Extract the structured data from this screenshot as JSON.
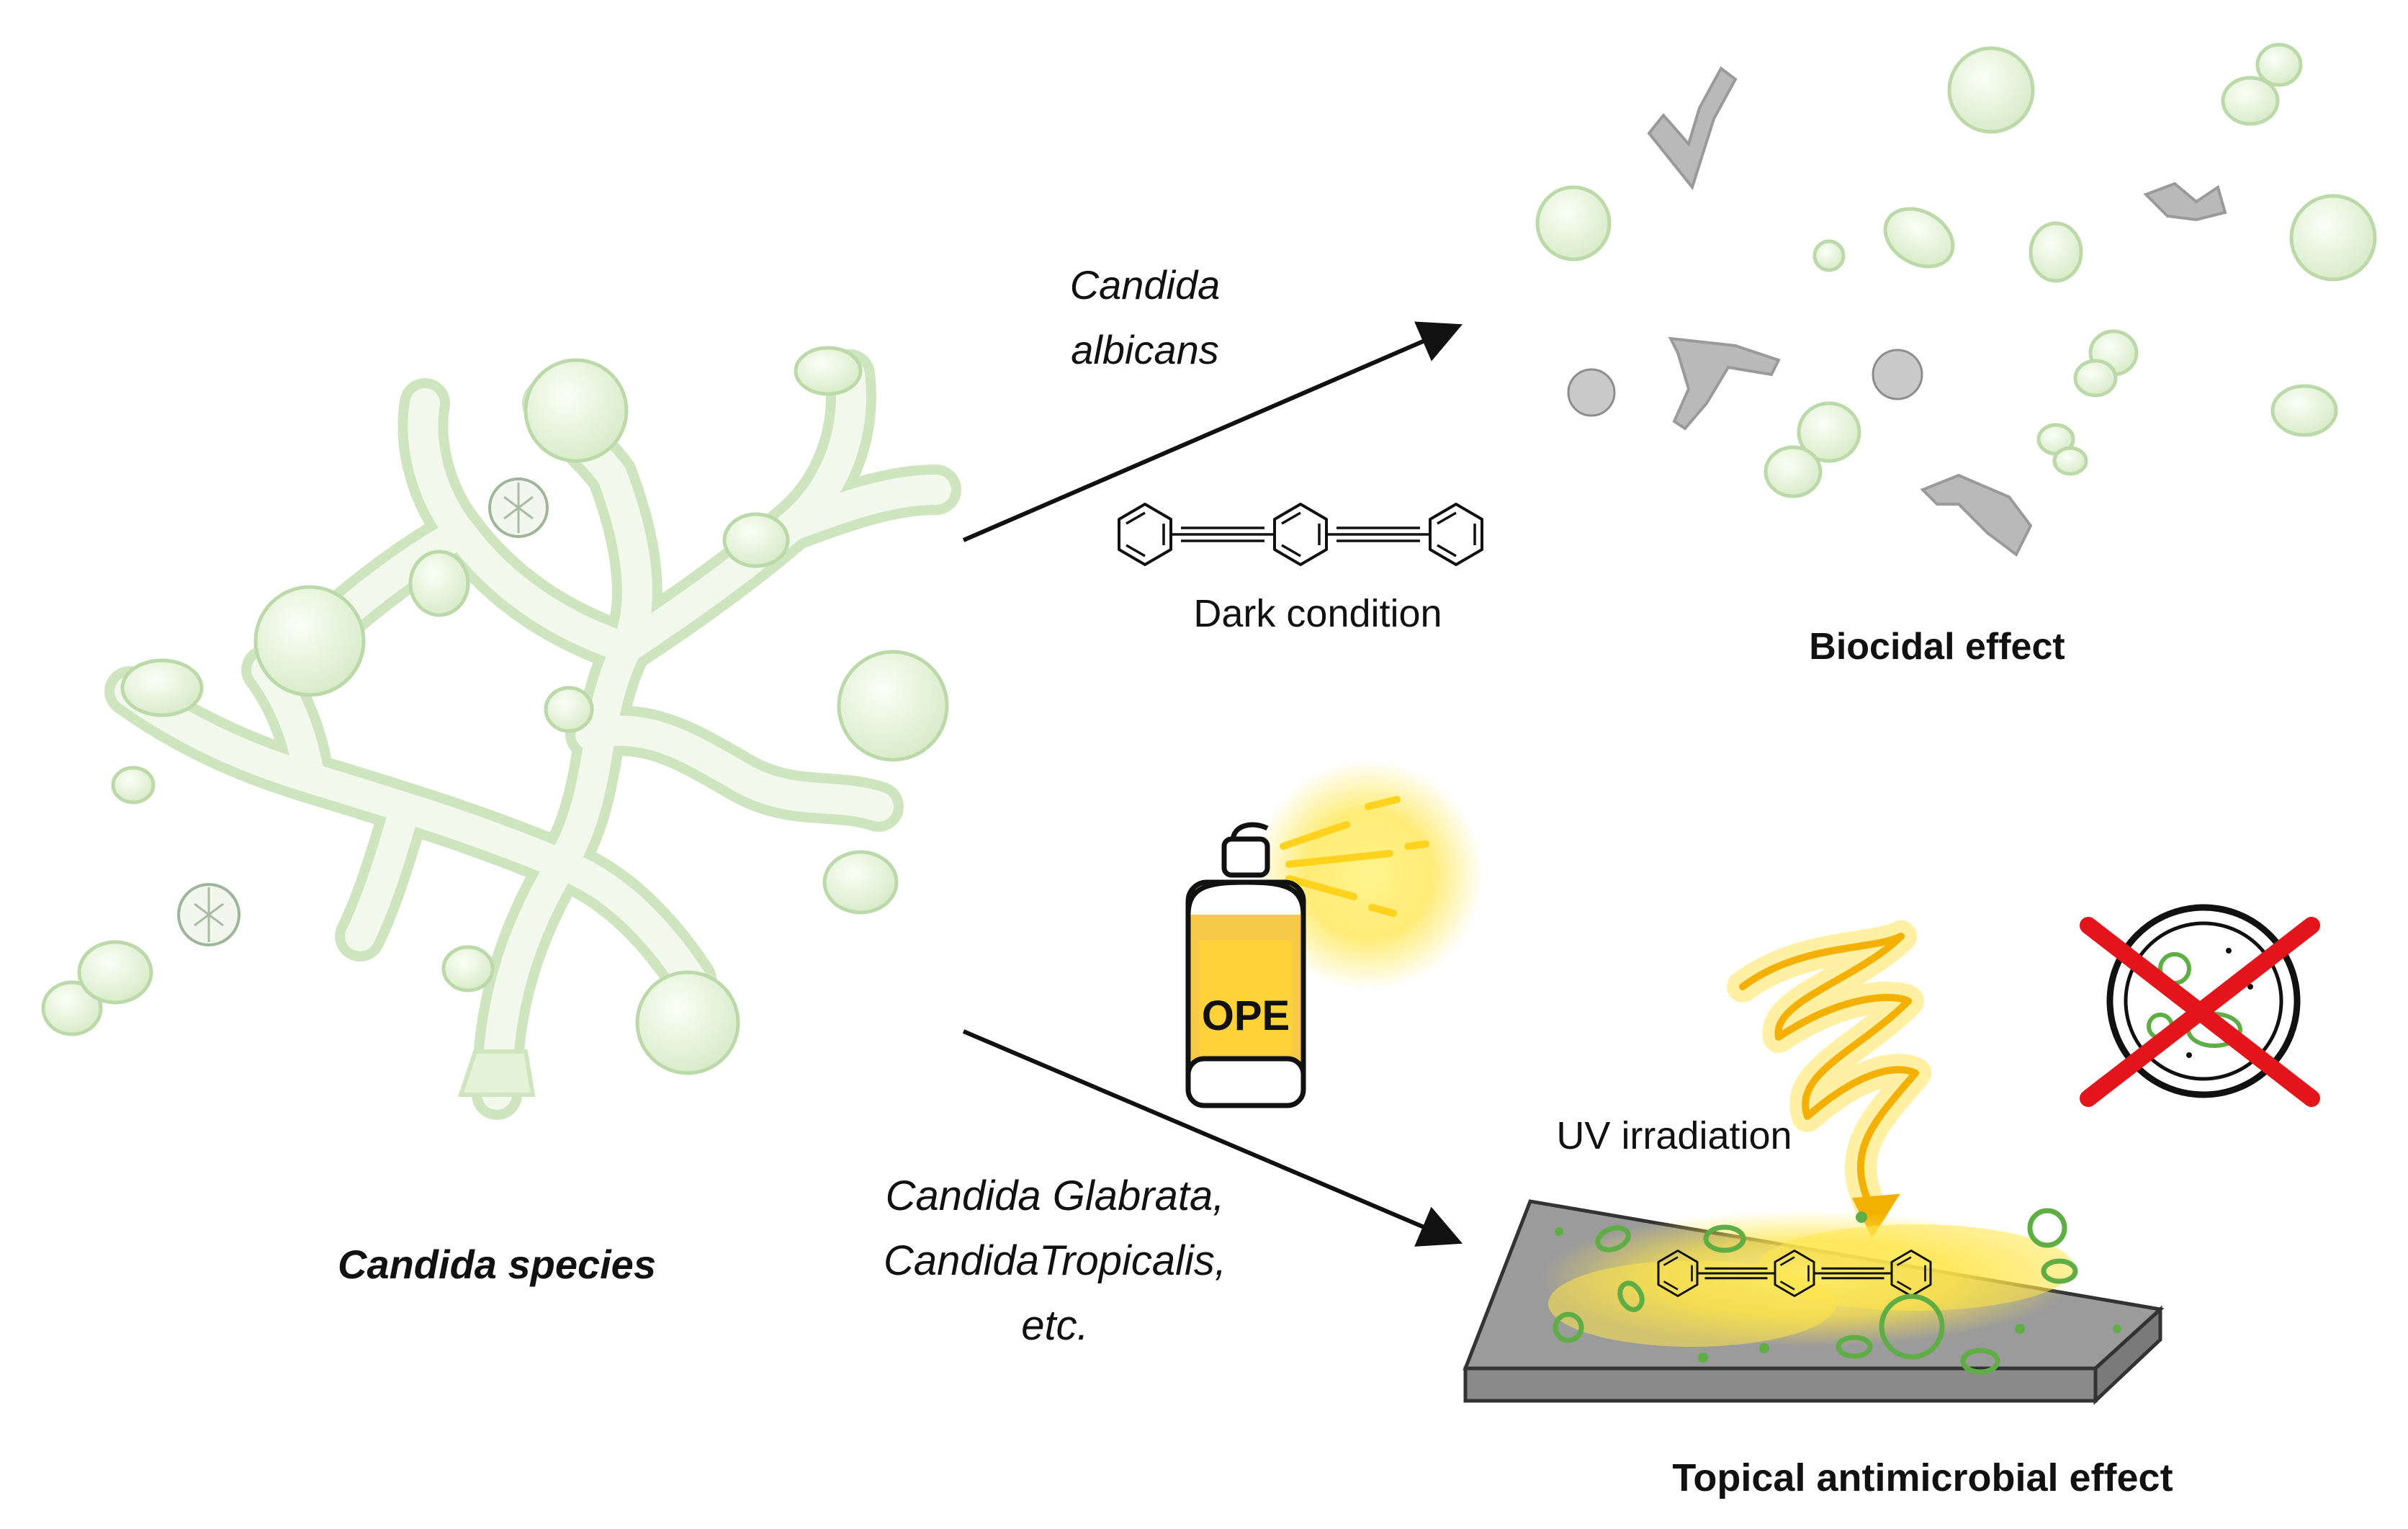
{
  "labels": {
    "candida_species": "Candida species",
    "upper_organism_line1": "Candida",
    "upper_organism_line2": "albicans",
    "dark_condition": "Dark condition",
    "biocidal_effect": "Biocidal effect",
    "lower_organism_line1": "Candida Glabrata,",
    "lower_organism_line2": "CandidaTropicalis,",
    "lower_organism_line3": "etc.",
    "uv_irradiation": "UV irradiation",
    "topical_effect": "Topical antimicrobial effect",
    "spray_can_text": "OPE"
  },
  "colors": {
    "fungus_fill": "#e7f4dd",
    "fungus_stroke": "#b9d8a6",
    "dead_fragment": "#b9b9b9",
    "spray_yellow": "#f7c948",
    "glow_yellow": "#ffe35a",
    "surface_gray": "#9e9e9e",
    "microbe_green": "#5fae45",
    "prohibition_red": "#e4141b"
  },
  "icons": [
    "branching-hyphae-icon",
    "dead-cell-fragments-icon",
    "spray-can-icon",
    "uv-zigzag-icon",
    "prohibition-petri-dish-icon",
    "ope-molecule-icon"
  ]
}
